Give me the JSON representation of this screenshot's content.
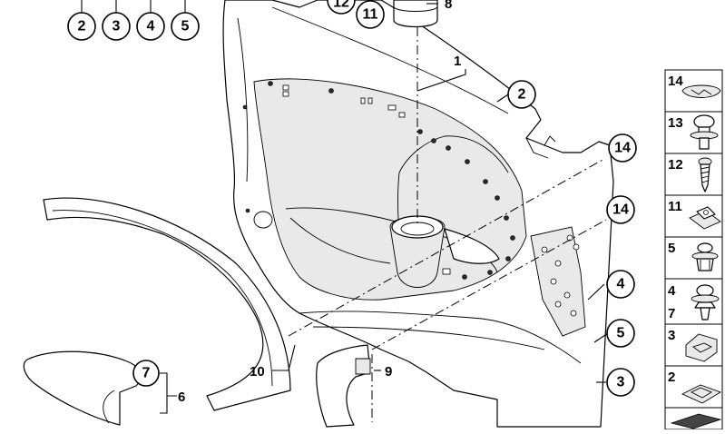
{
  "diagram": {
    "callouts": {
      "group_2": "2",
      "group_3": "3",
      "group_4": "4",
      "group_5": "5",
      "top_12": "12",
      "top_11": "11",
      "top_8": "8",
      "label_1": "1",
      "right_2": "2",
      "right_14a": "14",
      "right_14b": "14",
      "right_4": "4",
      "right_5": "5",
      "right_3": "3",
      "label_10": "10",
      "label_9": "9",
      "left_7": "7",
      "label_6": "6"
    },
    "legend": [
      {
        "labels": [
          "14"
        ],
        "icon": "push-clip-icon"
      },
      {
        "labels": [
          "13"
        ],
        "icon": "expanding-rivet-icon"
      },
      {
        "labels": [
          "12"
        ],
        "icon": "screw-icon"
      },
      {
        "labels": [
          "11"
        ],
        "icon": "square-nut-clip-icon"
      },
      {
        "labels": [
          "5"
        ],
        "icon": "expanding-clip-icon"
      },
      {
        "labels": [
          "4",
          "7"
        ],
        "icon": "fir-tree-clip-icon"
      },
      {
        "labels": [
          "3"
        ],
        "icon": "bracket-clip-icon"
      },
      {
        "labels": [
          "2"
        ],
        "icon": "spring-clip-icon"
      },
      {
        "labels": [],
        "icon": "foam-pad-icon"
      }
    ]
  }
}
